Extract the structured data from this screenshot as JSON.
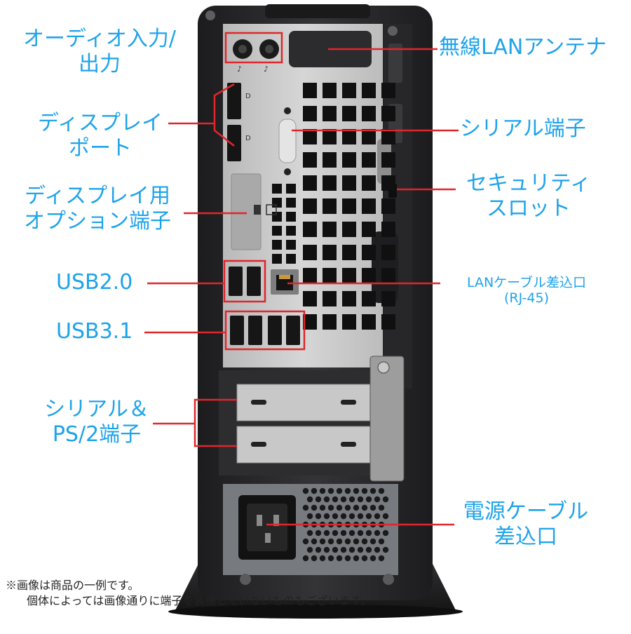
{
  "labels": {
    "audio": [
      "オーディオ入力/",
      "出力"
    ],
    "wireless_antenna": "無線LANアンテナ",
    "displayport": [
      "ディスプレイ",
      "ポート"
    ],
    "serial_port": "シリアル端子",
    "security_slot": [
      "セキュリティ",
      "スロット"
    ],
    "display_option": [
      "ディスプレイ用",
      "オプション端子"
    ],
    "usb20": "USB2.0",
    "lan_port": [
      "LANケーブル差込口",
      "(RJ-45)"
    ],
    "usb31": "USB3.1",
    "serial_ps2": [
      "シリアル＆",
      "PS/2端子"
    ],
    "power": [
      "電源ケーブル",
      "差込口"
    ]
  },
  "note": [
    "※画像は商品の一例です。",
    "個体によっては画像通りに端子を装備していないものもございます。"
  ],
  "colors": {
    "label": "#1ea3ea",
    "callout": "#e0262b",
    "chassis": "#2b2b2d",
    "panel": "#c9c9c9"
  }
}
